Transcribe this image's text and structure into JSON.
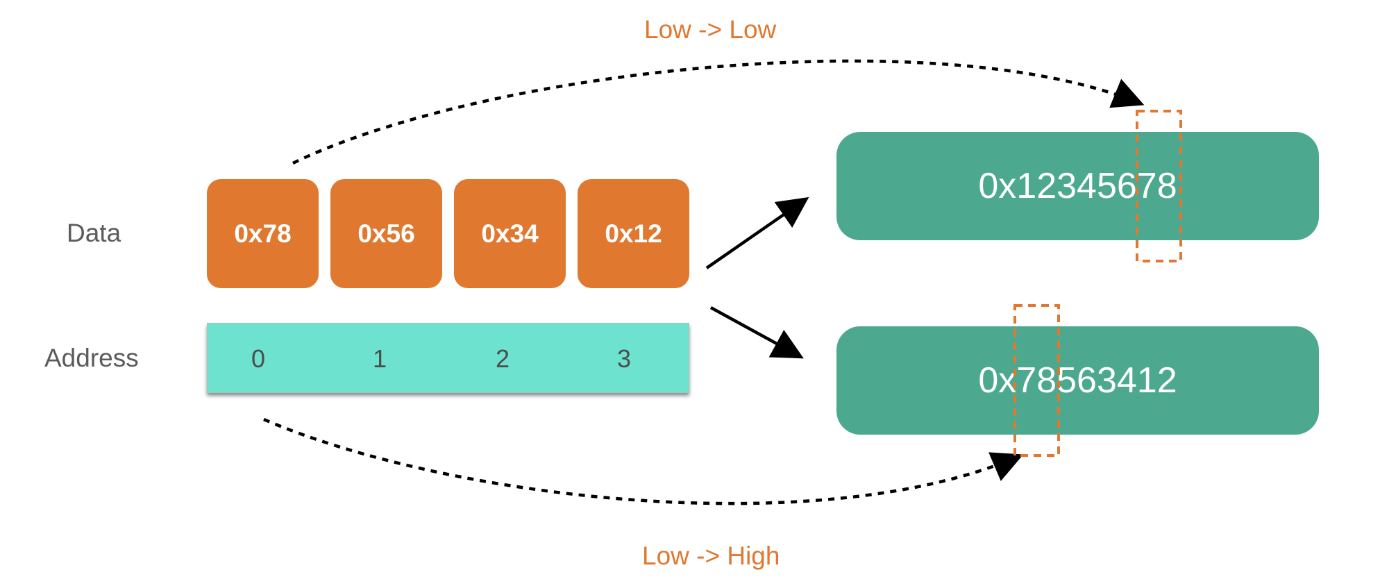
{
  "row_labels": {
    "data": "Data",
    "address": "Address"
  },
  "data_bytes": [
    "0x78",
    "0x56",
    "0x34",
    "0x12"
  ],
  "addresses": [
    "0",
    "1",
    "2",
    "3"
  ],
  "results": {
    "big_endian": "0x12345678",
    "little_endian": "0x78563412"
  },
  "arc_labels": {
    "top": "Low -> Low",
    "bottom": "Low -> High"
  },
  "colors": {
    "byte_box": "#e07830",
    "address_bar": "#6ce2cf",
    "result_box": "#4ca98f",
    "highlight": "#e07830",
    "arrow": "#000000"
  }
}
